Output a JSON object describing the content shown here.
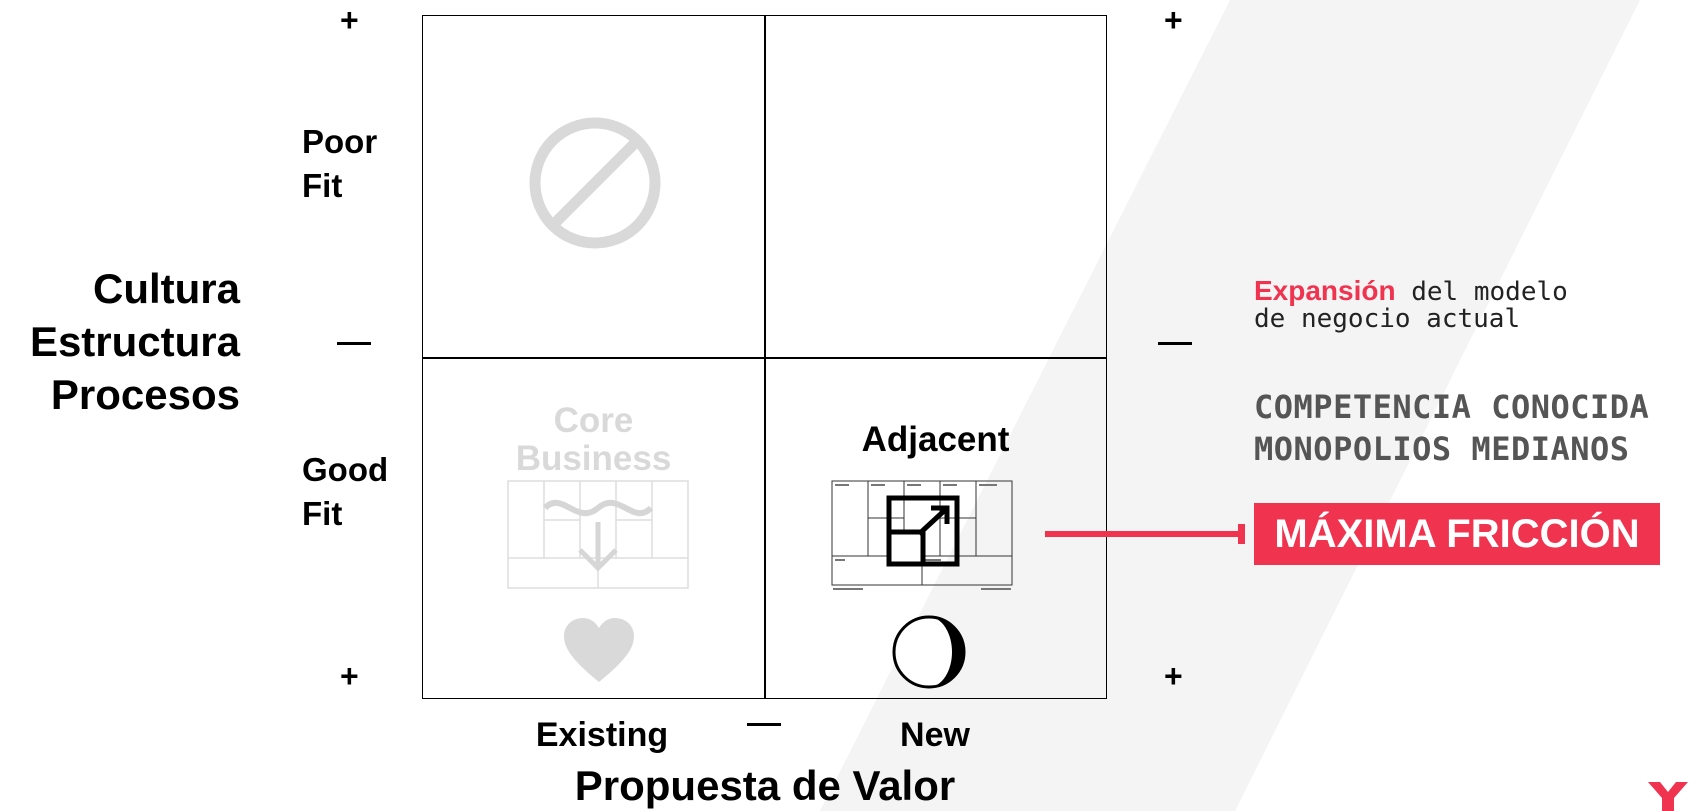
{
  "axes": {
    "y_title": [
      "Cultura",
      "Estructura",
      "Procesos"
    ],
    "x_title": "Propuesta de Valor",
    "row_labels": {
      "top": [
        "Poor",
        "Fit"
      ],
      "bottom": [
        "Good",
        "Fit"
      ]
    },
    "col_labels": {
      "left": "Existing",
      "right": "New"
    },
    "signs": {
      "plus": "+",
      "minus": "—"
    }
  },
  "quadrants": {
    "top_left": {
      "icon": "prohibited-icon"
    },
    "top_right": {
      "icon": ""
    },
    "bottom_left": {
      "title": [
        "Core",
        "Business"
      ],
      "icon_canvas": "business-model-canvas-icon",
      "icon_emblem": "heart-icon",
      "faded": true
    },
    "bottom_right": {
      "title": "Adjacent",
      "icon_canvas": "business-model-canvas-icon",
      "icon_overlay": "expand-arrow-icon",
      "icon_emblem": "half-moon-icon",
      "faded": false
    }
  },
  "side_panel": {
    "expansion_word": "Expansión",
    "expansion_rest_line1": "del modelo",
    "expansion_line2": "de negocio actual",
    "competition_line1": "COMPETENCIA CONOCIDA",
    "competition_line2": "MONOPOLIOS MEDIANOS",
    "friction_label": "MÁXIMA FRICCIÓN"
  },
  "colors": {
    "accent": "#f0334f",
    "faded_gray": "#d9d9d9",
    "band_gray": "#f4f4f4",
    "text_gray": "#555555"
  },
  "brand": {
    "logo_icon": "brand-logo-icon"
  }
}
